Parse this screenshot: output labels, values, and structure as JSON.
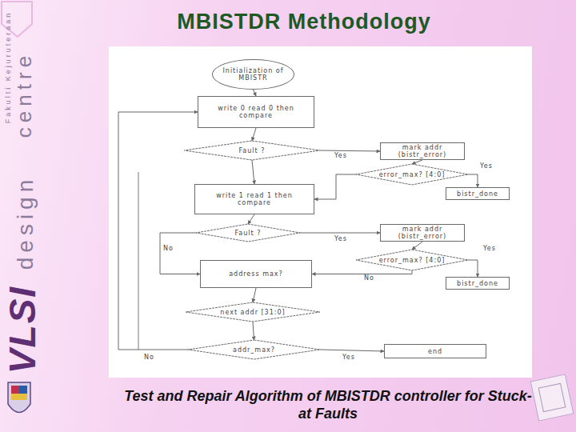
{
  "diagram": {
    "title": "MBISTDR Methodology",
    "caption": "Test and Repair Algorithm of MBISTDR controller for Stuck-at Faults",
    "nodes": [
      {
        "text": [
          "Initialization of MBISTR"
        ]
      },
      {
        "text": [
          "write 0 read 0 then compare"
        ]
      },
      {
        "text": [
          "Fault ?"
        ]
      },
      {
        "text": [
          "mark addr (bistr_error)"
        ]
      },
      {
        "text": [
          "error_max? [4:0]"
        ]
      },
      {
        "text": [
          "bistr_done"
        ]
      },
      {
        "text": [
          "write 1 read 1 then compare"
        ]
      },
      {
        "text": [
          "Fault ?"
        ]
      },
      {
        "text": [
          "mark addr (bistr_error)"
        ]
      },
      {
        "text": [
          "error_max? [4:0]"
        ]
      },
      {
        "text": [
          "address max?"
        ]
      },
      {
        "text": [
          "bistr_done"
        ]
      },
      {
        "text": [
          "next addr [31:0]"
        ]
      },
      {
        "text": [
          "addr_max?"
        ]
      },
      {
        "text": [
          "end"
        ]
      }
    ],
    "edges": [
      {
        "from": 0,
        "to": 1,
        "arrow": "to"
      },
      {
        "from": 1,
        "to": 2,
        "arrow": "to"
      },
      {
        "from": 2,
        "to": 3,
        "label": "Yes",
        "arrow": "to"
      },
      {
        "from": 3,
        "to": 4,
        "arrow": "to"
      },
      {
        "from": 4,
        "to": 5,
        "label": "Yes",
        "arrow": "to"
      },
      {
        "from": 4,
        "to": 6,
        "arrow": "to"
      },
      {
        "from": 2,
        "to": 6,
        "arrow": "to"
      },
      {
        "from": 6,
        "to": 7,
        "arrow": "to"
      },
      {
        "from": 7,
        "to": 8,
        "label": "Yes",
        "arrow": "to"
      },
      {
        "from": 8,
        "to": 9,
        "arrow": "to"
      },
      {
        "from": 9,
        "to": 11,
        "label": "Yes",
        "arrow": "to"
      },
      {
        "from": 9,
        "to": 10,
        "label": "No",
        "arrow": "to"
      },
      {
        "from": 7,
        "to": 10,
        "label": "No",
        "arrow": "to"
      },
      {
        "from": 10,
        "to": 12,
        "arrow": "to"
      },
      {
        "from": 12,
        "to": 13,
        "arrow": "to"
      },
      {
        "from": 13,
        "to": 14,
        "label": "Yes",
        "arrow": "to"
      },
      {
        "from": 13,
        "to": 1,
        "label": "No",
        "arrow": "to"
      }
    ],
    "labels": [
      "Fakulti Kejuruteraan",
      "centre",
      "design",
      "VLSI"
    ]
  }
}
